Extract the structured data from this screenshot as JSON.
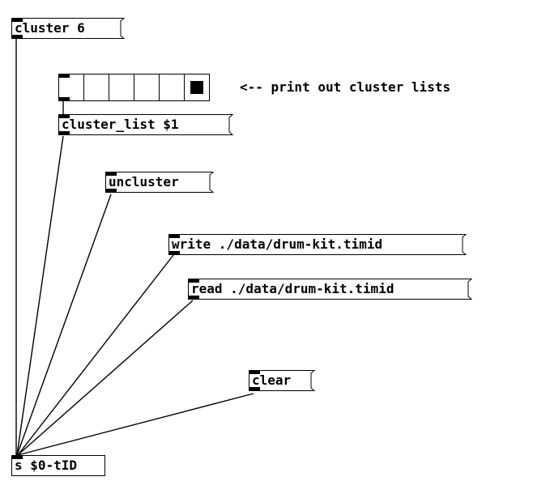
{
  "patch": {
    "msg_cluster": "cluster 6",
    "radio": {
      "cell_count": 6,
      "selected_index": 5
    },
    "comment": "<-- print out cluster lists",
    "msg_cluster_list": "cluster_list $1",
    "msg_uncluster": "uncluster",
    "msg_write": "write ./data/drum-kit.timid",
    "msg_read": "read ./data/drum-kit.timid",
    "msg_clear": "clear",
    "send_object": "s $0-tID"
  }
}
